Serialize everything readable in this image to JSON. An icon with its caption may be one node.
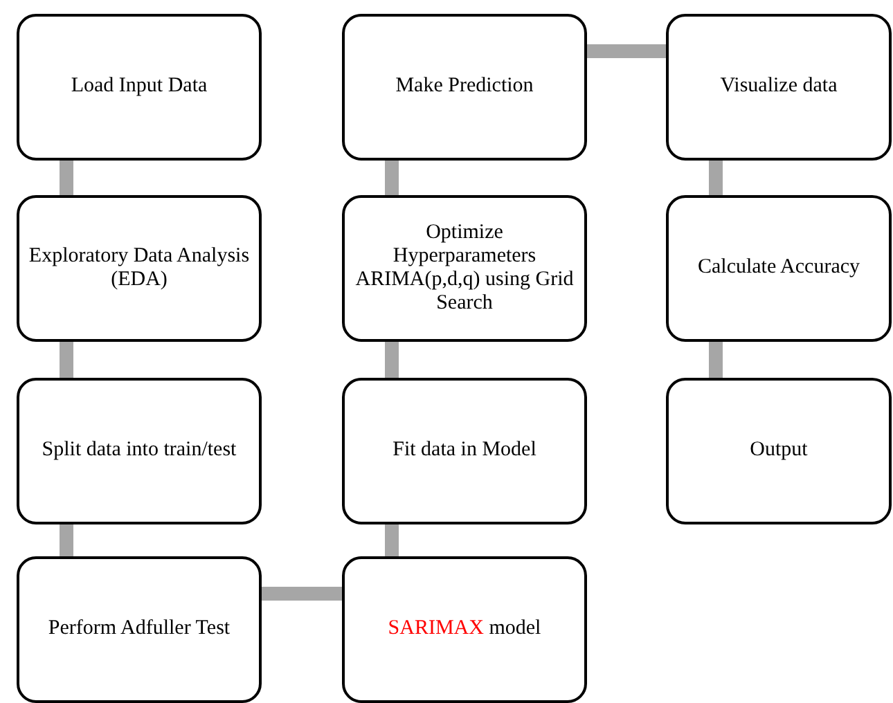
{
  "diagram": {
    "nodes": [
      {
        "text": [
          "Load Input Data"
        ]
      },
      {
        "text": [
          "Exploratory Data Analysis (EDA)"
        ]
      },
      {
        "text": [
          "Split data into train/test"
        ]
      },
      {
        "text": [
          "Perform Adfuller Test"
        ]
      },
      {
        "text": [
          "SARIMAX",
          "model"
        ]
      },
      {
        "text": [
          "Fit data in Model"
        ]
      },
      {
        "text": [
          "Optimize Hyperparameters ARIMA(p,d,q) using Grid Search"
        ]
      },
      {
        "text": [
          "Make Prediction"
        ]
      },
      {
        "text": [
          "Visualize data"
        ]
      },
      {
        "text": [
          "Calculate Accuracy"
        ]
      },
      {
        "text": [
          "Output"
        ]
      }
    ],
    "edges": [
      {
        "from": 0,
        "to": 1,
        "arrow": "none"
      },
      {
        "from": 1,
        "to": 2,
        "arrow": "none"
      },
      {
        "from": 2,
        "to": 3,
        "arrow": "none"
      },
      {
        "from": 3,
        "to": 4,
        "arrow": "none"
      },
      {
        "from": 4,
        "to": 5,
        "arrow": "none"
      },
      {
        "from": 5,
        "to": 6,
        "arrow": "none"
      },
      {
        "from": 6,
        "to": 7,
        "arrow": "none"
      },
      {
        "from": 7,
        "to": 8,
        "arrow": "none"
      },
      {
        "from": 8,
        "to": 9,
        "arrow": "none"
      },
      {
        "from": 9,
        "to": 10,
        "arrow": "none"
      }
    ]
  }
}
